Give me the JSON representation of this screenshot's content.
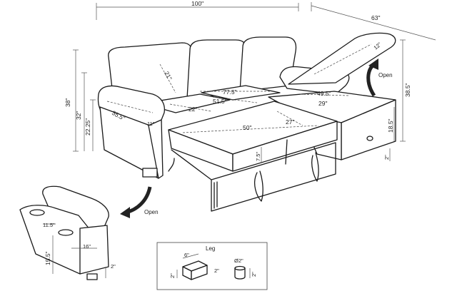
{
  "dimensions": {
    "overall_width": "100\"",
    "chaise_depth": "63\"",
    "seat_back_depth": "21\"",
    "seat_width": "77.5\"",
    "seat_depth_22": "22\"",
    "seat_width_inner": "51.5\"",
    "armrest_length": "35.5\"",
    "armrest_width": "11\"",
    "overall_height": "38\"",
    "seat_height": "32\"",
    "seat_height_22": "22.25\"",
    "bed_width": "50\"",
    "bed_depth": "27\"",
    "bed_thickness": "7.5\"",
    "chaise_seat_width": "49.5\"",
    "chaise_seat_depth": "29\"",
    "chaise_height": "38.5\"",
    "chaise_seat_height": "18.5\"",
    "chaise_leg_height": "2\"",
    "lid_depth": "12\"",
    "storage_arm_cup_diameter": "11.5\"",
    "storage_arm_length": "16\"",
    "storage_arm_height": "15.5\"",
    "storage_arm_leg": "2\""
  },
  "labels": {
    "open_chaise": "Open",
    "open_arm": "Open"
  },
  "leg_box": {
    "title": "Leg",
    "block_length": "6\"",
    "block_height": "2\"",
    "block_depth": "2\"",
    "round_diameter": "Ø2\"",
    "round_height": "2\""
  }
}
